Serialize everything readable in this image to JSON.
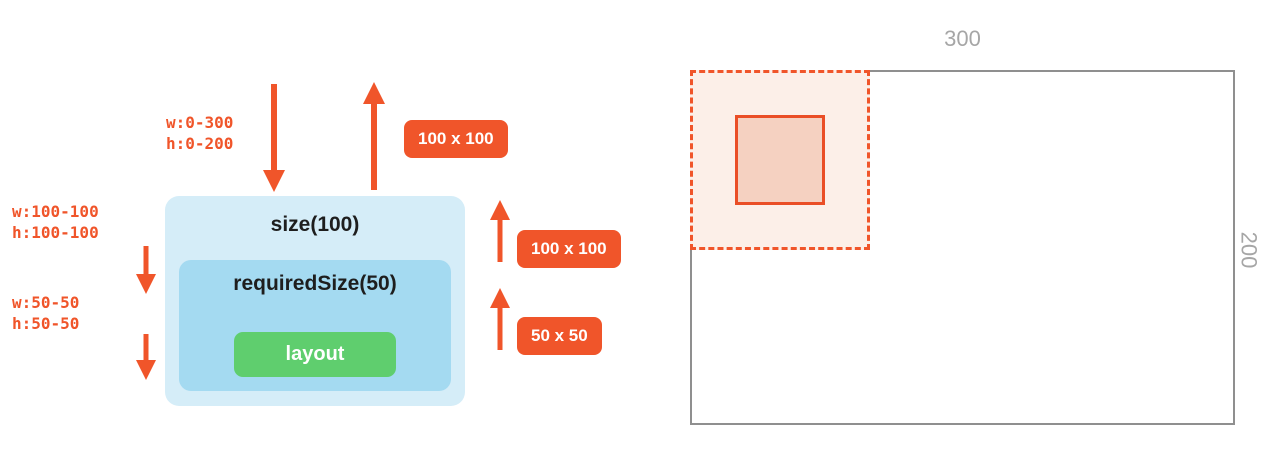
{
  "colors": {
    "accent_orange": "#F0552A",
    "outer_box_blue": "#D5EDF8",
    "inner_box_blue": "#A4DAF1",
    "layout_green": "#5FCE6E",
    "rect_border_gray": "#8F8F8F",
    "measure_label_gray": "#A6A6A6",
    "dashed_region_fill": "#FCEFE8",
    "solid_region_fill": "#F5D1C1"
  },
  "left_diagram": {
    "incoming_top": {
      "w": "w:0-300",
      "h": "h:0-200"
    },
    "incoming_mid": {
      "w": "w:100-100",
      "h": "h:100-100"
    },
    "incoming_bottom": {
      "w": "w:50-50",
      "h": "h:50-50"
    },
    "badge_top": "100 x 100",
    "badge_mid": "100 x 100",
    "badge_bottom": "50 x 50",
    "outer_box_label": "size(100)",
    "inner_box_label": "requiredSize(50)",
    "layout_label": "layout"
  },
  "right_diagram": {
    "width_label": "300",
    "height_label": "200"
  }
}
